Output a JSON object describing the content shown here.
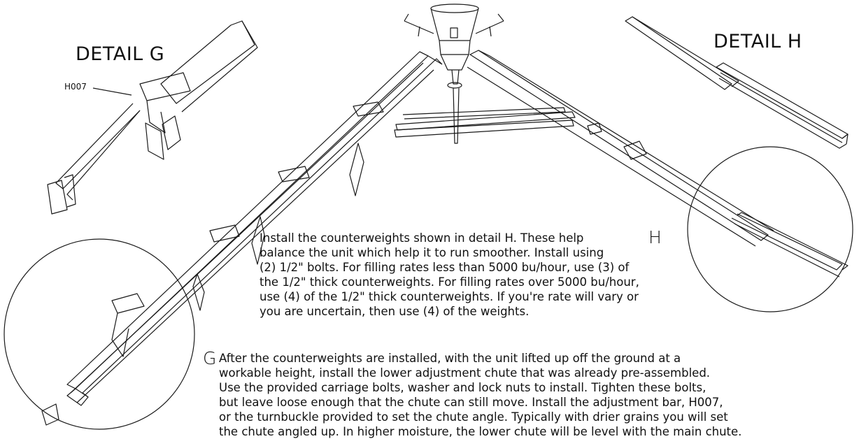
{
  "details": {
    "g": {
      "title": "DETAIL G",
      "callout_letter": "G",
      "part_tag": "H007"
    },
    "h": {
      "title": "DETAIL H",
      "callout_letter": "H"
    }
  },
  "instructions": {
    "counterweights": [
      "Install the counterweights shown in detail H.  These help",
      "balance the unit which help it to run smoother.  Install using",
      "(2) 1/2\" bolts.  For filling rates less than 5000 bu/hour, use (3) of",
      "the 1/2\" thick counterweights. For filling rates over 5000 bu/hour,",
      "use (4) of the 1/2\" thick counterweights. If you're rate will vary or",
      "you are uncertain, then use (4) of the weights."
    ],
    "adjustment_chute": [
      "After the counterweights are installed, with the unit lifted up off the ground at a",
      "workable height, install the lower adjustment chute that was already pre-assembled.",
      "Use the provided carriage bolts, washer and lock nuts to install.  Tighten these bolts,",
      "but leave loose enough that the chute can still move.  Install the adjustment bar, H007,",
      "or the turnbuckle provided to set the chute angle.  Typically with drier grains you will set",
      "the chute angled up.  In higher moisture, the lower chute will be level with the main chute."
    ]
  }
}
